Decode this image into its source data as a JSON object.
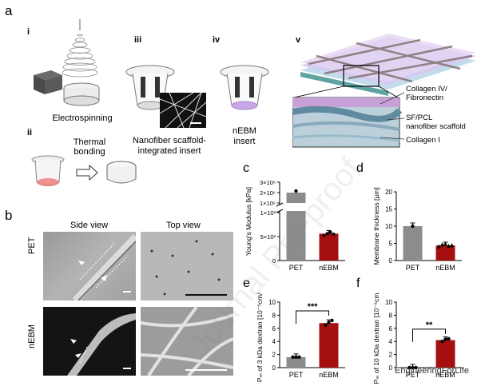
{
  "figure": {
    "panel_a": {
      "label": "a",
      "subpanels": {
        "i": "i",
        "ii": "ii",
        "iii": "iii",
        "iv": "iv",
        "v": "v"
      },
      "captions": {
        "electrospinning": "Electrospinning",
        "thermal_bonding_1": "Thermal",
        "thermal_bonding_2": "bonding",
        "scaffold_insert_1": "Nanofiber scaffold-",
        "scaffold_insert_2": "integrated insert",
        "nebm_insert_1": "nEBM",
        "nebm_insert_2": "insert"
      },
      "layers": {
        "collagen_iv_1": "Collagen IV/",
        "collagen_iv_2": "Fibronectin",
        "sfpcl_1": "SF/PCL",
        "sfpcl_2": "nanofiber scaffold",
        "collagen_i": "Collagen I"
      }
    },
    "panel_b": {
      "label": "b",
      "side_view": "Side view",
      "top_view": "Top view",
      "row_pet": "PET",
      "row_nebm": "nEBM"
    },
    "panel_c": {
      "label": "c"
    },
    "panel_d": {
      "label": "d"
    },
    "panel_e": {
      "label": "e"
    },
    "panel_f": {
      "label": "f"
    },
    "watermark": "Journal Pre-proof",
    "credit": "EngineeringForLife"
  },
  "chart_data": [
    {
      "panel": "c",
      "type": "bar",
      "categories": [
        "PET",
        "nEBM"
      ],
      "values": [
        2000000,
        560
      ],
      "points": [
        [
          2000000
        ],
        [
          520,
          560,
          590,
          550
        ]
      ],
      "ylabel": "Young's Modulus [kPa]",
      "yticks_lower": [
        "0",
        "5×10²",
        "1×10³"
      ],
      "yticks_upper": [
        "1×10⁶",
        "2×10⁶",
        "3×10⁶"
      ],
      "axis_break": true,
      "colors": [
        "#8c8c8c",
        "#a50f0f"
      ]
    },
    {
      "panel": "d",
      "type": "bar",
      "categories": [
        "PET",
        "nEBM"
      ],
      "values": [
        10,
        4.4
      ],
      "points": [
        [
          10
        ],
        [
          4.0,
          4.6,
          4.8,
          4.2,
          4.4
        ]
      ],
      "ylabel": "Membrane thickness [μm]",
      "yticks": [
        "0",
        "5",
        "10",
        "15",
        "20"
      ],
      "ylim": [
        0,
        20
      ],
      "colors": [
        "#8c8c8c",
        "#a50f0f"
      ]
    },
    {
      "panel": "e",
      "type": "bar",
      "categories": [
        "PET",
        "nEBM"
      ],
      "values": [
        1.6,
        6.8
      ],
      "points": [
        [
          1.6,
          1.6,
          1.6
        ],
        [
          6.5,
          6.9,
          7.2
        ]
      ],
      "ylabel": "Pₘ of 3 kDa dextran [10⁻⁵cm/s]",
      "yticks": [
        "0",
        "2",
        "4",
        "6",
        "8",
        "10"
      ],
      "ylim": [
        0,
        10
      ],
      "significance": "***",
      "colors": [
        "#8c8c8c",
        "#a50f0f"
      ]
    },
    {
      "panel": "f",
      "type": "bar",
      "categories": [
        "PET",
        "nEBM"
      ],
      "values": [
        0,
        4.2
      ],
      "points": [
        [
          0,
          0,
          0
        ],
        [
          4.0,
          4.3,
          4.4
        ]
      ],
      "ylabel": "Pₘ of 10 kDa dextran [10⁻⁵cm/s]",
      "yticks": [
        "0",
        "2",
        "4",
        "6",
        "8",
        "10"
      ],
      "ylim": [
        0,
        10
      ],
      "significance": "**",
      "colors": [
        "#8c8c8c",
        "#a50f0f"
      ]
    }
  ]
}
